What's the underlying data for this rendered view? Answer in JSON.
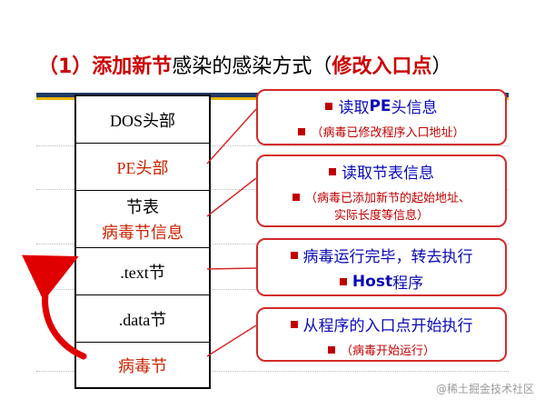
{
  "title": {
    "part1": "（1）添加新节",
    "part2": "感染的感染方式（",
    "part3": "修改入口点",
    "part4": "）"
  },
  "stack": {
    "cells": [
      {
        "line1": "DOS头部"
      },
      {
        "line1": "PE头部"
      },
      {
        "line1": "节表",
        "line2": "病毒节信息"
      },
      {
        "line1": ".text节"
      },
      {
        "line1": ".data节"
      },
      {
        "line1": "病毒节"
      }
    ]
  },
  "callouts": [
    {
      "prefix": "读取",
      "bold": "PE",
      "suffix": "头信息",
      "note": "（病毒已修改程序入口地址）"
    },
    {
      "text": "读取节表信息",
      "note1": "（病毒已添加新节的起始地址、",
      "note2": "实际长度等信息）"
    },
    {
      "text1": "病毒运行完毕，转去执行",
      "bold": "Host",
      "suffix": "程序"
    },
    {
      "text": "从程序的入口点开始执行",
      "note": "（病毒开始运行）"
    }
  ],
  "watermark": "@稀土掘金技术社区",
  "colors": {
    "accent_red": "#cc0000",
    "callout_border": "#d42a2a",
    "callout_text": "#0a0ab4",
    "bullet": "#c00000"
  }
}
